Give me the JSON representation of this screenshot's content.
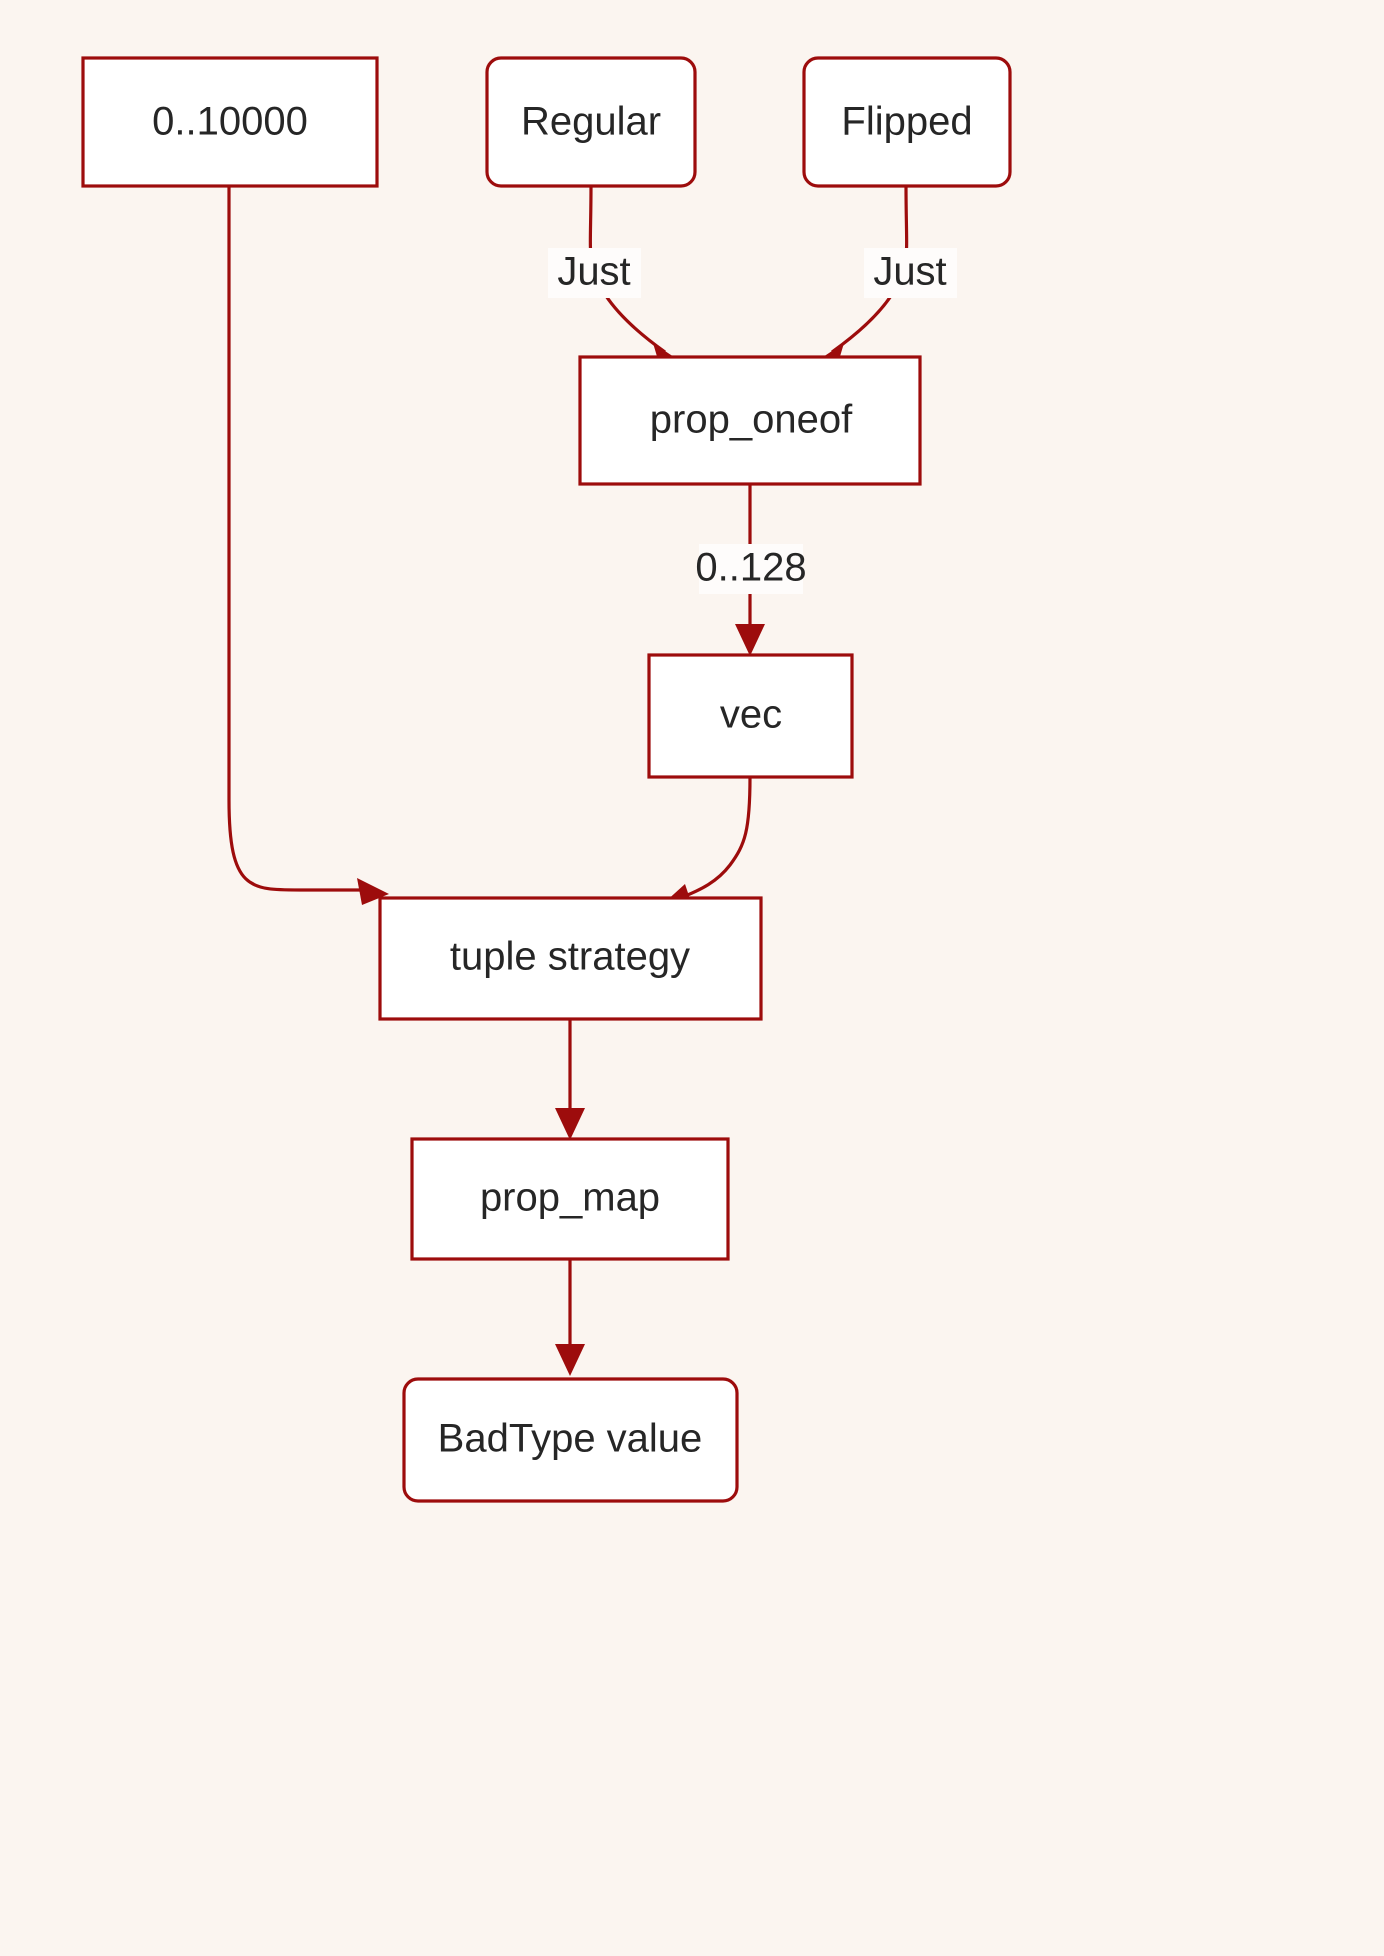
{
  "diagram": {
    "type": "flowchart",
    "direction": "top-down",
    "background_color": "#fbf5f0",
    "node_fill_color": "#ffffff",
    "node_stroke_color": "#9d0c0c",
    "edge_color": "#9d0c0c",
    "text_color": "#262626",
    "edge_label_bg_color": "#fefcfb",
    "nodes": [
      {
        "id": "range10000",
        "label": "0..10000",
        "shape": "rect"
      },
      {
        "id": "regular",
        "label": "Regular",
        "shape": "rounded-rect"
      },
      {
        "id": "flipped",
        "label": "Flipped",
        "shape": "rounded-rect"
      },
      {
        "id": "prop_oneof",
        "label": "prop_oneof",
        "shape": "rect"
      },
      {
        "id": "vec",
        "label": "vec",
        "shape": "rect"
      },
      {
        "id": "tuple",
        "label": "tuple strategy",
        "shape": "rect"
      },
      {
        "id": "prop_map",
        "label": "prop_map",
        "shape": "rect"
      },
      {
        "id": "badtype",
        "label": "BadType value",
        "shape": "rounded-rect"
      }
    ],
    "edges": [
      {
        "from": "regular",
        "to": "prop_oneof",
        "label": "Just",
        "arrow": true
      },
      {
        "from": "flipped",
        "to": "prop_oneof",
        "label": "Just",
        "arrow": true
      },
      {
        "from": "prop_oneof",
        "to": "vec",
        "label": "0..128",
        "arrow": true
      },
      {
        "from": "range10000",
        "to": "tuple",
        "label": "",
        "arrow": true
      },
      {
        "from": "vec",
        "to": "tuple",
        "label": "",
        "arrow": true
      },
      {
        "from": "tuple",
        "to": "prop_map",
        "label": "",
        "arrow": true
      },
      {
        "from": "prop_map",
        "to": "badtype",
        "label": "",
        "arrow": true
      }
    ],
    "edge_labels": {
      "regular_just": "Just",
      "flipped_just": "Just",
      "oneof_vec": "0..128"
    }
  }
}
